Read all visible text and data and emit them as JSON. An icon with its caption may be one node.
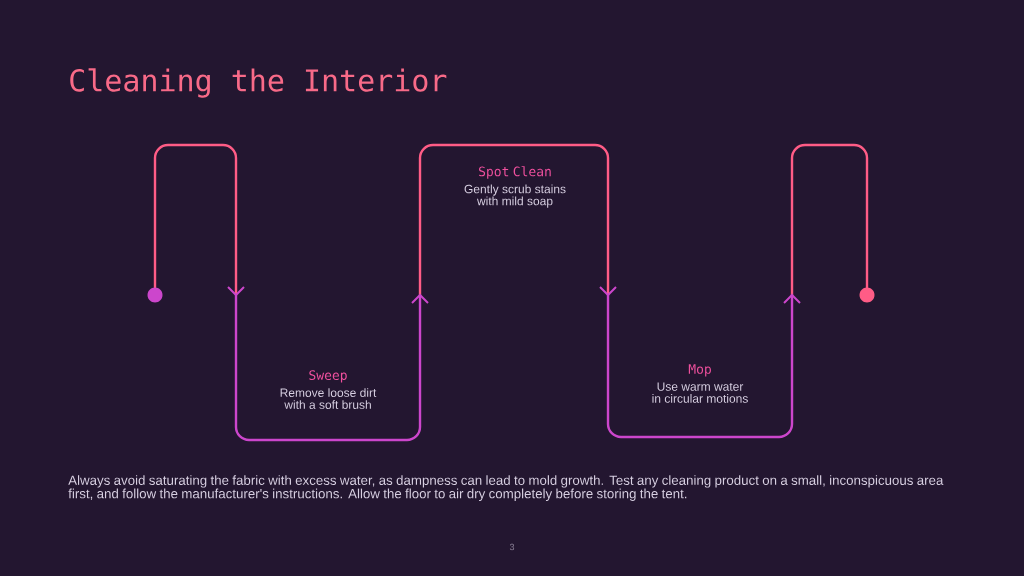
{
  "diagram": {
    "title": "Cleaning the Interior",
    "nodes": [
      {
        "text": [
          "Sweep",
          "Remove loose dirt with a soft brush"
        ]
      },
      {
        "text": [
          "Spot Clean",
          "Gently scrub stains with mild soap"
        ]
      },
      {
        "text": [
          "Mop",
          "Use warm water in circular motions"
        ]
      }
    ],
    "labels": [
      "Always avoid saturating the fabric with excess water, as dampness can lead to mold growth. Test any cleaning product on a small, inconspicuous area first, and follow the manufacturer's instructions. Allow the floor to air dry completely before storing the tent.",
      "3"
    ]
  }
}
